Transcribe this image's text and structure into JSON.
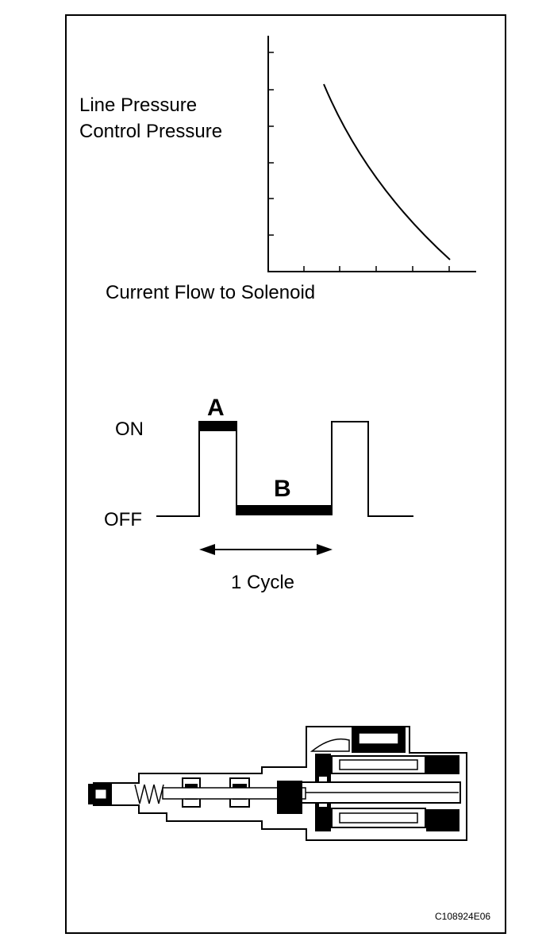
{
  "graph": {
    "y_labels": [
      "Line Pressure",
      "Control Pressure"
    ],
    "x_label": "Current Flow to Solenoid"
  },
  "duty_cycle": {
    "on_label": "ON",
    "off_label": "OFF",
    "segment_a_label": "A",
    "segment_b_label": "B",
    "cycle_label": "1 Cycle"
  },
  "illustration": {
    "subject": "solenoid-valve-cross-section"
  },
  "figure_code": "C108924E06"
}
